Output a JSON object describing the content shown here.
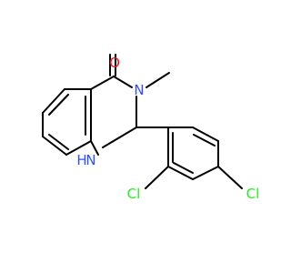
{
  "molecule": {
    "atoms": {
      "oxygen": "O",
      "nitrogen_methyl": "N",
      "methyl": "",
      "nitrogen_h": "N",
      "nh_hydrogen": "H",
      "chlorine_ortho": "Cl",
      "chlorine_para": "Cl"
    }
  },
  "colors": {
    "bond": "#000000",
    "oxygen": "#ff0d0d",
    "nitrogen": "#3050f8",
    "chlorine": "#1ff01f"
  }
}
